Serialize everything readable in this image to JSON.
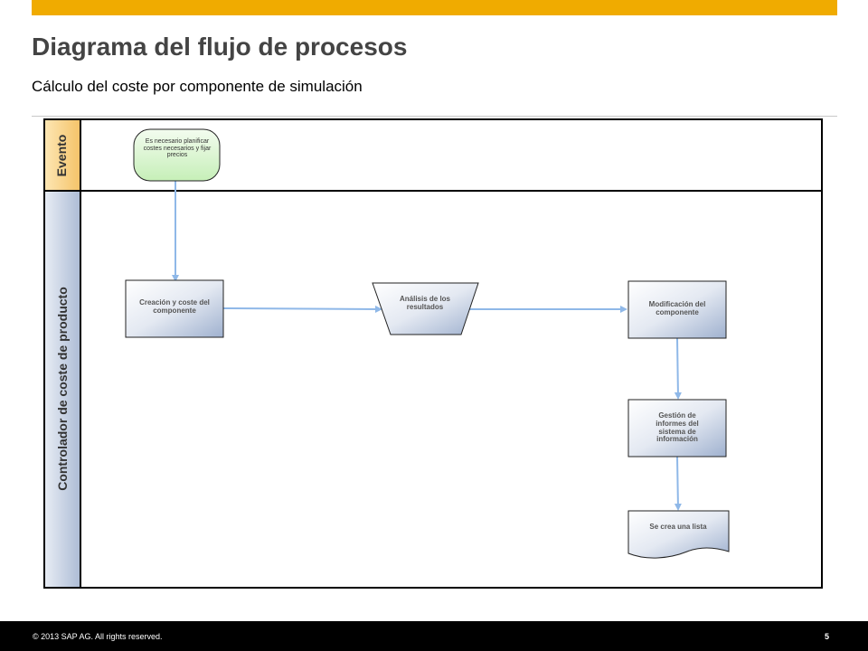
{
  "header": {
    "title": "Diagrama del flujo de procesos",
    "subtitle": "Cálculo del coste por componente  de simulación"
  },
  "lanes": {
    "evento": "Evento",
    "controlador": "Controlador de coste de producto"
  },
  "nodes": {
    "event_start": "Es necesario planificar  costes necesarios  y fijar precios",
    "creacion": "Creación y coste del componente",
    "analisis": "Análisis de los resultados",
    "modificacion": "Modificación del componente",
    "gestion": "Gestión de informes del sistema de información",
    "lista": "Se crea una lista"
  },
  "footer": {
    "copyright": "© 2013 SAP AG. All rights reserved.",
    "page": "5"
  },
  "colors": {
    "accent_bar": "#f0ab00",
    "event_fill": "#d9f5d0",
    "task_fill": "#b8c6dd",
    "arrow": "#8fb8e8"
  }
}
